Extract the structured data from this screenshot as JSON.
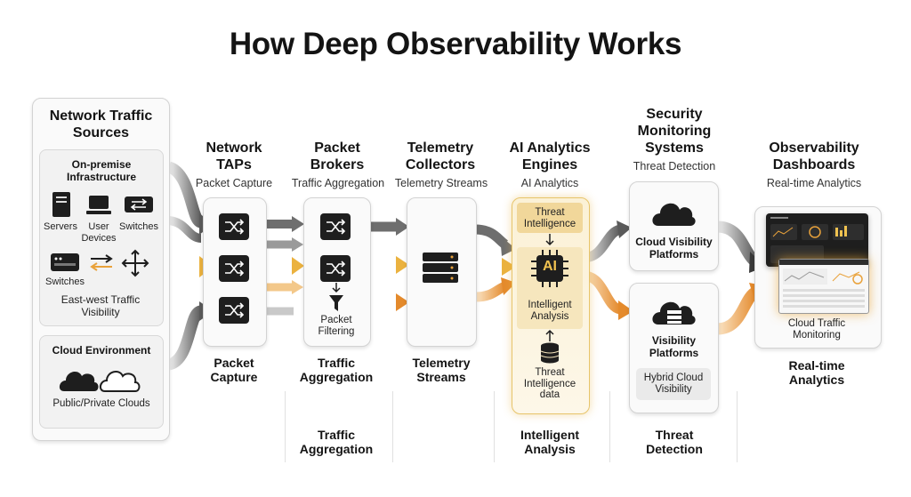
{
  "title": "How Deep Observability Works",
  "sources": {
    "heading": "Network Traffic Sources",
    "onprem": {
      "heading": "On-premise Infrastructure",
      "servers": "Servers",
      "user_devices": "User Devices",
      "switches_1": "Switches",
      "switches_2": "Switches",
      "east_west": "East-west Traffic Visibility"
    },
    "cloud": {
      "heading": "Cloud Environment",
      "clouds": "Public/Private Clouds"
    }
  },
  "stages": {
    "taps": {
      "heading": "Network TAPs",
      "sub": "Packet Capture",
      "bottom": "Packet Capture"
    },
    "brokers": {
      "heading": "Packet Brokers",
      "sub": "Traffic Aggregation",
      "filter": "Packet Filtering",
      "bottom": "Traffic Aggregation",
      "bottom2": "Traffic Aggregation"
    },
    "collectors": {
      "heading": "Telemetry Collectors",
      "sub": "Telemetry Streams",
      "bottom": "Telemetry Streams"
    },
    "ai": {
      "heading": "AI Analytics Engines",
      "sub": "AI Analytics",
      "threat_intel": "Threat Intelligence",
      "chip": "AI",
      "intelligent": "Intelligent Analysis",
      "ti_data": "Threat Intelligence data",
      "bottom": "Intelligent Analysis"
    },
    "security": {
      "heading": "Security Monitoring Systems",
      "sub": "Threat Detection",
      "cloud_vis": "Cloud Visibility Platforms",
      "vis": "Visibility Platforms",
      "hybrid": "Hybrid Cloud Visibility",
      "bottom": "Threat Detection"
    },
    "dash": {
      "heading": "Observability Dashboards",
      "sub": "Real-time Analytics",
      "monitor": "Cloud Traffic Monitoring",
      "bottom": "Real-time Analytics"
    }
  },
  "colors": {
    "accent": "#e9a23b",
    "gold": "#f0c250",
    "grey": "#7c7c7c",
    "dark": "#1e1e1e"
  }
}
